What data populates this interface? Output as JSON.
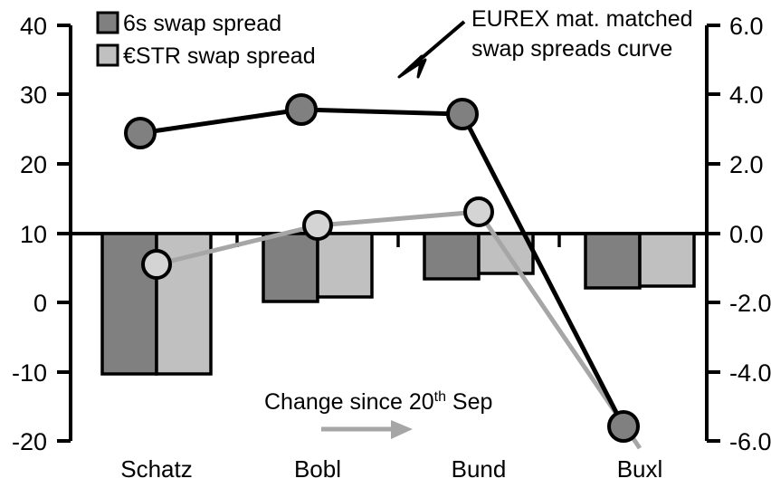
{
  "chart_data": {
    "type": "bar",
    "title": "",
    "subtitle": "",
    "xlabel": "",
    "ylabel": "",
    "categories": [
      "Schatz",
      "Bobl",
      "Bund",
      "Buxl"
    ],
    "grid": false,
    "legend_position": "top-left",
    "left_axis": {
      "label": "",
      "ticks": [
        "40",
        "30",
        "20",
        "10",
        "0",
        "-10",
        "-20"
      ],
      "tick_values": [
        40,
        30,
        20,
        10,
        0,
        -10,
        -20
      ],
      "ylim": [
        -20,
        40
      ]
    },
    "right_axis": {
      "label": "",
      "ticks": [
        "6.0",
        "4.0",
        "2.0",
        "0.0",
        "-2.0",
        "-4.0",
        "-6.0"
      ],
      "tick_values": [
        6.0,
        4.0,
        2.0,
        0.0,
        -2.0,
        -4.0,
        -6.0
      ],
      "ylim": [
        -6.0,
        6.0
      ]
    },
    "series": [
      {
        "name": "6s swap spread",
        "type": "bar",
        "axis": "right",
        "color": "#808080",
        "values": [
          -4.05,
          -1.95,
          -1.3,
          -1.55
        ]
      },
      {
        "name": "€STR swap spread",
        "type": "bar",
        "axis": "right",
        "color": "#c0c0c0",
        "values": [
          -4.05,
          -1.82,
          -1.15,
          -1.5
        ]
      },
      {
        "name": "EUREX mat. matched swap spreads curve",
        "type": "line",
        "axis": "left",
        "color": "#000000",
        "marker_fill": "#808080",
        "values": [
          24.6,
          27.9,
          27.3,
          -18.0
        ]
      },
      {
        "name": "Change since 20th Sep",
        "type": "line",
        "axis": "left",
        "color": "#a6a6a6",
        "marker_fill": "#c8c8c8",
        "values": [
          6.1,
          10.5,
          12.6,
          -19.4
        ]
      }
    ],
    "annotations": [
      {
        "name": "curve-callout",
        "line1": "EUREX mat. matched",
        "line2": "swap spreads curve",
        "has_arrow": true
      },
      {
        "name": "change-callout",
        "text_before": "Change since 20",
        "superscript": "th",
        "text_after": " Sep",
        "has_arrow": true
      }
    ],
    "legend": [
      {
        "label": "6s swap spread",
        "swatch": "#808080"
      },
      {
        "label": "€STR swap spread",
        "swatch": "#c0c0c0"
      }
    ]
  }
}
